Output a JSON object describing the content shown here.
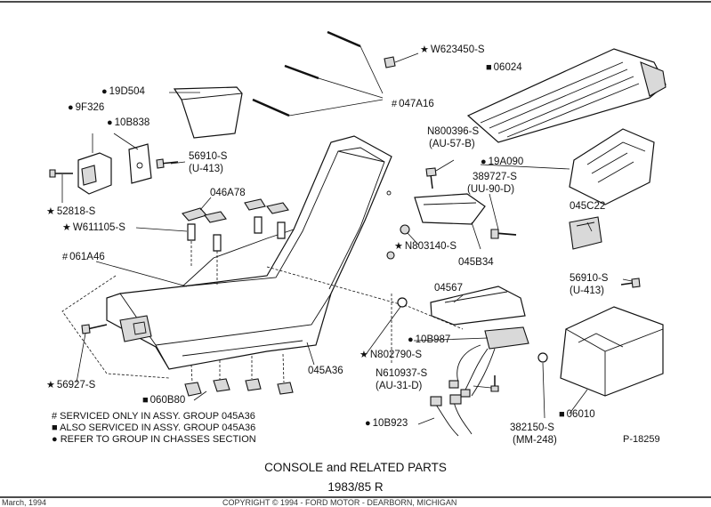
{
  "header_text": "",
  "callouts": {
    "w623450s": {
      "prefix": "★",
      "text": "W623450-S"
    },
    "p06024": {
      "prefix": "■",
      "text": "06024"
    },
    "p19d504": {
      "prefix": "●",
      "text": "19D504"
    },
    "p9f326": {
      "prefix": "●",
      "text": "9F326"
    },
    "p10b838": {
      "prefix": "●",
      "text": "10B838"
    },
    "p047a16": {
      "prefix": "#",
      "text": "047A16"
    },
    "n800396s": {
      "prefix": "",
      "text": "N800396-S"
    },
    "au57b": {
      "prefix": "",
      "text": "(AU-57-B)"
    },
    "p56910s_a": {
      "prefix": "",
      "text": "56910-S"
    },
    "u413_a": {
      "prefix": "",
      "text": "(U-413)"
    },
    "p19a090": {
      "prefix": "●",
      "text": "19A090"
    },
    "p389727s": {
      "prefix": "",
      "text": "389727-S"
    },
    "uu90d": {
      "prefix": "",
      "text": "(UU-90-D)"
    },
    "p046a78": {
      "prefix": "",
      "text": "046A78"
    },
    "p52818s": {
      "prefix": "★",
      "text": "52818-S"
    },
    "p045c22": {
      "prefix": "",
      "text": "045C22"
    },
    "w611105s": {
      "prefix": "★",
      "text": "W611105-S"
    },
    "n803140s": {
      "prefix": "★",
      "text": "N803140-S"
    },
    "p045b34": {
      "prefix": "",
      "text": "045B34"
    },
    "p061a46": {
      "prefix": "#",
      "text": "061A46"
    },
    "p56910s_b": {
      "prefix": "",
      "text": "56910-S"
    },
    "u413_b": {
      "prefix": "",
      "text": "(U-413)"
    },
    "p04567": {
      "prefix": "",
      "text": "04567"
    },
    "p10b987": {
      "prefix": "●",
      "text": "10B987"
    },
    "n802790s": {
      "prefix": "★",
      "text": "N802790-S"
    },
    "p045a36": {
      "prefix": "",
      "text": "045A36"
    },
    "p56927s": {
      "prefix": "★",
      "text": "56927-S"
    },
    "n610937s": {
      "prefix": "",
      "text": "N610937-S"
    },
    "au31d": {
      "prefix": "",
      "text": "(AU-31-D)"
    },
    "p060b80": {
      "prefix": "■",
      "text": "060B80"
    },
    "p10b923": {
      "prefix": "●",
      "text": "10B923"
    },
    "p382150s": {
      "prefix": "",
      "text": "382150-S"
    },
    "mm248": {
      "prefix": "",
      "text": "(MM-248)"
    },
    "p06010": {
      "prefix": "■",
      "text": "06010"
    }
  },
  "legend": [
    "# SERVICED ONLY IN ASSY. GROUP 045A36",
    "■ ALSO SERVICED IN ASSY. GROUP 045A36",
    "● REFER TO GROUP IN CHASSES SECTION"
  ],
  "figure_code": "P-18259",
  "caption_title": "CONSOLE and RELATED PARTS",
  "caption_years": "1983/85 R",
  "footer": {
    "date": "March, 1994",
    "copyright": "COPYRIGHT © 1994 - FORD MOTOR - DEARBORN, MICHIGAN"
  }
}
